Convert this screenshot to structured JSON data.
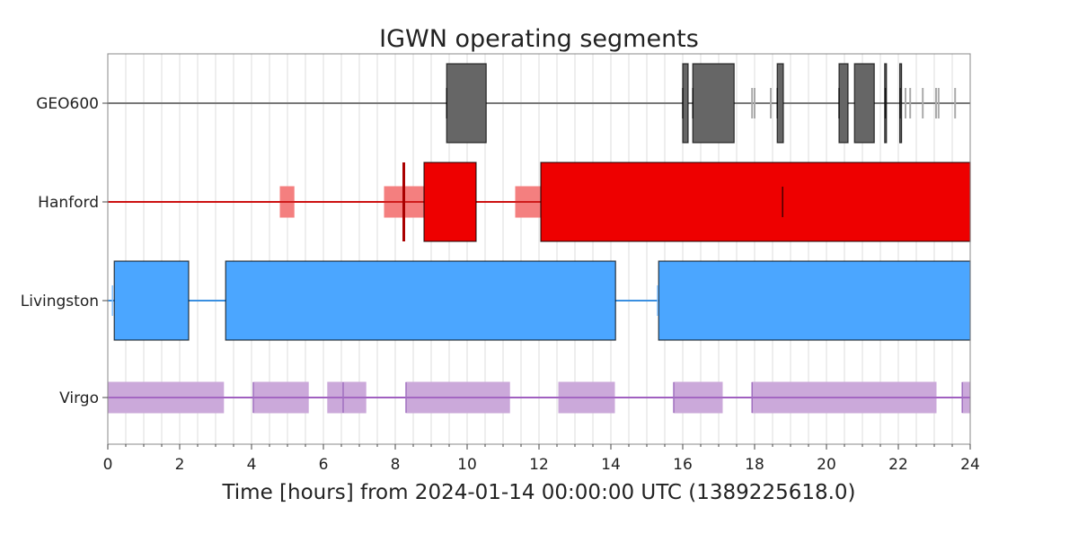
{
  "chart_data": {
    "type": "segments",
    "title": "IGWN operating segments",
    "xlabel": "Time [hours] from 2024-01-14 00:00:00 UTC (1389225618.0)",
    "xlim": [
      0,
      24
    ],
    "xticks": [
      "0",
      "2",
      "4",
      "6",
      "8",
      "10",
      "12",
      "14",
      "16",
      "18",
      "20",
      "22",
      "24"
    ],
    "grid": true,
    "series": [
      {
        "name": "GEO600",
        "color": "#666666",
        "line": "#777777",
        "active": [
          [
            9.43,
            10.53
          ],
          [
            16.0,
            16.15
          ],
          [
            16.28,
            17.43
          ],
          [
            18.63,
            18.8
          ],
          [
            20.35,
            20.6
          ],
          [
            20.78,
            21.33
          ],
          [
            21.62,
            21.66
          ],
          [
            22.04,
            22.06
          ]
        ],
        "known": [],
        "marks": [
          [
            9.43,
            "dark"
          ],
          [
            16.0,
            "dark"
          ],
          [
            16.28,
            "dark"
          ],
          [
            18.63,
            "dark"
          ],
          [
            20.35,
            "dark"
          ],
          [
            21.64,
            "dark"
          ],
          [
            22.05,
            "dark"
          ],
          [
            17.93,
            "gray"
          ],
          [
            18.0,
            "gray"
          ],
          [
            18.45,
            "gray"
          ],
          [
            22.2,
            "gray"
          ],
          [
            22.33,
            "gray"
          ],
          [
            22.68,
            "gray"
          ],
          [
            23.05,
            "gray"
          ],
          [
            23.12,
            "gray"
          ],
          [
            23.58,
            "gray"
          ]
        ]
      },
      {
        "name": "Hanford",
        "color": "#ee0000",
        "line": "#cc1111",
        "light": "#f47f7f",
        "active": [
          [
            8.8,
            10.25
          ],
          [
            12.05,
            24
          ]
        ],
        "known": [
          [
            4.8,
            5.18
          ],
          [
            7.7,
            8.8
          ],
          [
            11.35,
            12.05
          ]
        ],
        "thin": [
          [
            8.2,
            8.26
          ]
        ],
        "marks": [
          [
            18.78,
            "dark"
          ]
        ]
      },
      {
        "name": "Livingston",
        "color": "#4ba6ff",
        "line": "#3a8fe0",
        "active": [
          [
            0.18,
            2.25
          ],
          [
            3.28,
            14.13
          ],
          [
            15.33,
            24
          ]
        ],
        "known": [],
        "marks": [
          [
            0.13,
            "light"
          ],
          [
            15.3,
            "light"
          ]
        ]
      },
      {
        "name": "Virgo",
        "color": "#cba9da",
        "line": "#a060c0",
        "light": "#cba9da",
        "active": [],
        "known": [
          [
            0,
            3.22
          ],
          [
            4.05,
            5.58
          ],
          [
            6.12,
            7.18
          ],
          [
            8.3,
            11.18
          ],
          [
            12.55,
            14.1
          ],
          [
            15.75,
            17.1
          ],
          [
            17.93,
            23.05
          ],
          [
            23.78,
            24
          ]
        ],
        "marks": [
          [
            4.05,
            "purple"
          ],
          [
            6.55,
            "purple"
          ],
          [
            8.3,
            "purple"
          ],
          [
            15.75,
            "purple"
          ],
          [
            17.93,
            "purple"
          ],
          [
            23.78,
            "purple"
          ]
        ]
      }
    ]
  }
}
